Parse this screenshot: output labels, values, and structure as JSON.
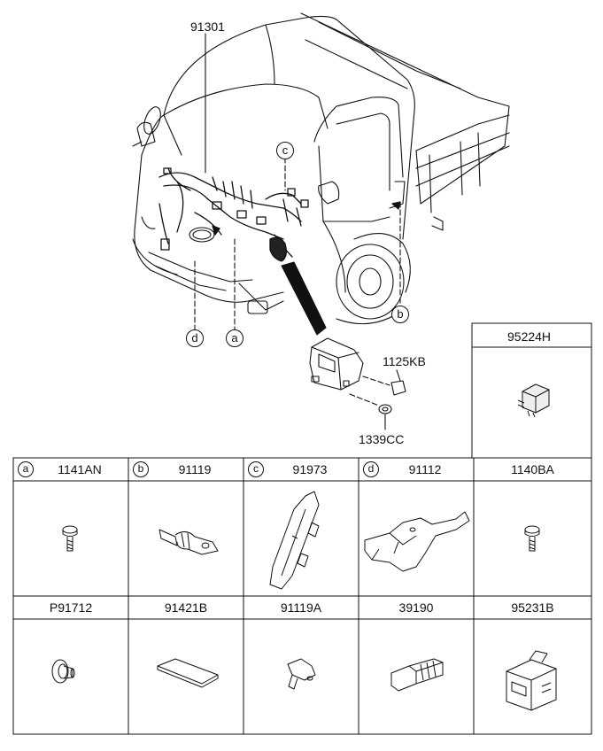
{
  "illustration": {
    "callouts": {
      "harness": "91301",
      "bolt": "1125KB",
      "grommet": "1339CC",
      "box": "95224H"
    },
    "markers": {
      "a": "a",
      "b": "b",
      "c": "c",
      "d": "d"
    }
  },
  "parts_table": {
    "row1": [
      {
        "marker": "a",
        "code": "1141AN",
        "icon": "bolt-icon"
      },
      {
        "marker": "b",
        "code": "91119",
        "icon": "connector-clip-icon"
      },
      {
        "marker": "c",
        "code": "91973",
        "icon": "harness-protector-icon"
      },
      {
        "marker": "d",
        "code": "91112",
        "icon": "bracket-icon"
      },
      {
        "marker": "",
        "code": "1140BA",
        "icon": "bolt-icon"
      }
    ],
    "row2": [
      {
        "code": "P91712",
        "icon": "grommet-icon"
      },
      {
        "code": "91421B",
        "icon": "pad-icon"
      },
      {
        "code": "91119A",
        "icon": "clip-icon"
      },
      {
        "code": "39190",
        "icon": "sensor-block-icon"
      },
      {
        "code": "95231B",
        "icon": "control-module-icon"
      }
    ]
  },
  "colors": {
    "line": "#111111",
    "background": "#ffffff"
  }
}
